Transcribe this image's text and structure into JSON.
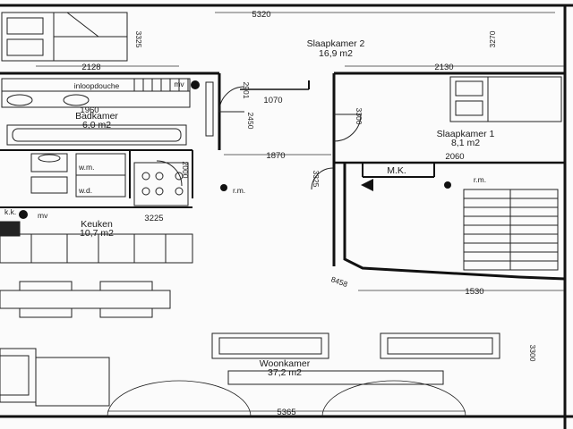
{
  "rooms": {
    "slaapkamer2_name": "Slaapkamer 2",
    "slaapkamer2_area": "16,9 m2",
    "badkamer_name": "Badkamer",
    "badkamer_area": "6,0 m2",
    "inloopdouche": "inloopdouche",
    "slaapkamer1_name": "Slaapkamer 1",
    "slaapkamer1_area": "8,1 m2",
    "keuken_name": "Keuken",
    "keuken_area": "10,7 m2",
    "woonkamer_name": "Woonkamer",
    "woonkamer_area": "37,2 m2"
  },
  "dimensions": {
    "top_width": "5320",
    "sk2_left_height": "3325",
    "sk2_right_height": "3270",
    "sk2_left_width": "2128",
    "sk2_right_width": "2130",
    "hall_dim_vertical": "2901",
    "hall_dim_top": "1070",
    "bath_dim_vertical": "2450",
    "bath_width": "1960",
    "sk1_height": "3300",
    "sk1_width": "2060",
    "hall_length": "1870",
    "hall_dim_side": "2000",
    "closet_dim": "3325",
    "keuken_width": "3225",
    "right_dim": "1530",
    "angled_dim": "8458",
    "woon_right_height": "3300",
    "bottom_width": "5365"
  },
  "symbols": {
    "mv_bath": "mv",
    "mv_kitchen": "mv",
    "wm": "w.m.",
    "wd": "w.d.",
    "kk": "k.k.",
    "rm_hall": "r.m.",
    "rm_sk1": "r.m.",
    "mk": "M.K."
  }
}
